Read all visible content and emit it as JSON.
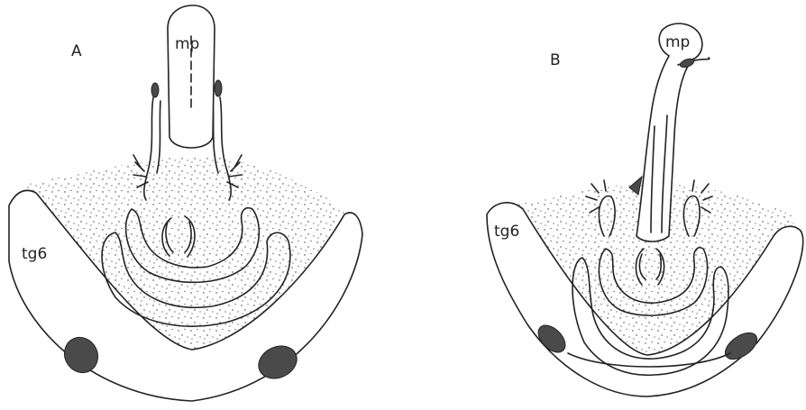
{
  "figure": {
    "panels": [
      {
        "id": "A",
        "panel_label": "A",
        "mp_label": "mp",
        "tg_label": "tg6"
      },
      {
        "id": "B",
        "panel_label": "B",
        "mp_label": "mp",
        "tg_label": "tg6"
      }
    ],
    "colors": {
      "ink": "#222222",
      "sclerite": "#4a4a4a",
      "background": "#ffffff"
    }
  }
}
